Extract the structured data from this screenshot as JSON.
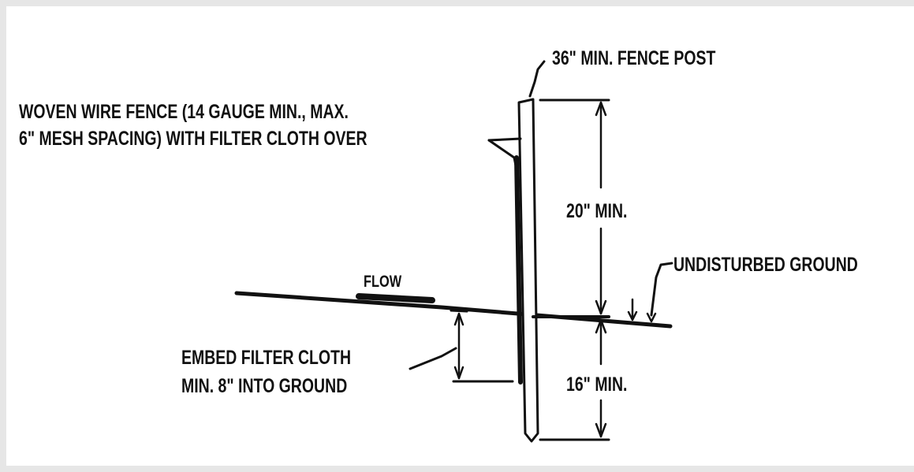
{
  "diagram": {
    "labels": {
      "fence_post": "36\" MIN. FENCE POST",
      "fence_line1": "WOVEN WIRE FENCE (14 GAUGE MIN., MAX.",
      "fence_line2": "6\" MESH SPACING) WITH FILTER CLOTH OVER",
      "above_dim": "20\" MIN.",
      "ground": "UNDISTURBED GROUND",
      "flow": "FLOW",
      "embed_line1": "EMBED FILTER CLOTH",
      "embed_line2": "MIN. 8\" INTO GROUND",
      "below_dim": "16\" MIN."
    },
    "colors": {
      "ink": "#111111",
      "background": "#ffffff",
      "border": "#e6e6e6"
    }
  }
}
